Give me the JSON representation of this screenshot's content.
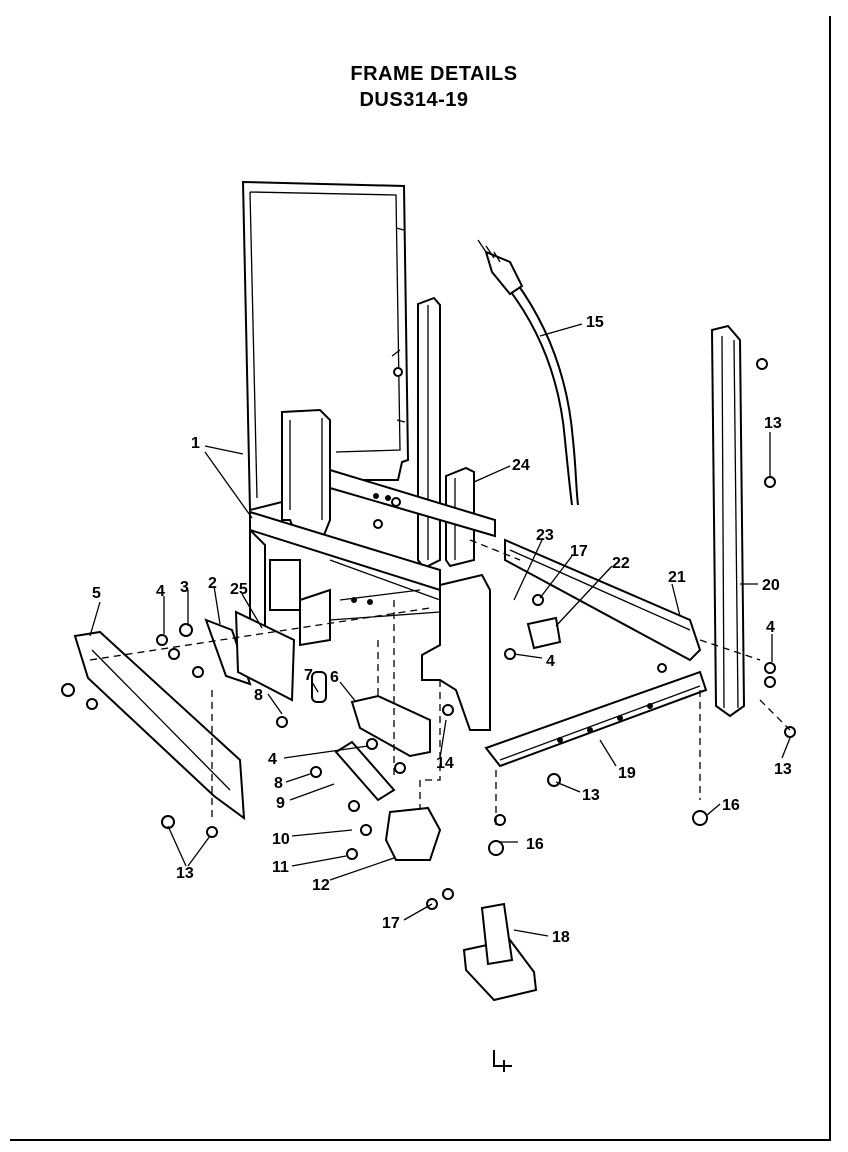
{
  "diagram": {
    "title": "FRAME DETAILS",
    "model": "DUS314-19",
    "callouts": {
      "c1": "1",
      "c2": "2",
      "c3": "3",
      "c4a": "4",
      "c4b": "4",
      "c4c": "4",
      "c4d": "4",
      "c5": "5",
      "c6": "6",
      "c7": "7",
      "c8a": "8",
      "c8b": "8",
      "c9": "9",
      "c10": "10",
      "c11": "11",
      "c12": "12",
      "c13a": "13",
      "c13b": "13",
      "c13c": "13",
      "c13d": "13",
      "c14": "14",
      "c15": "15",
      "c16a": "16",
      "c16b": "16",
      "c17a": "17",
      "c17b": "17",
      "c18": "18",
      "c19": "19",
      "c20": "20",
      "c21": "21",
      "c22": "22",
      "c23": "23",
      "c24": "24",
      "c25": "25"
    }
  },
  "colors": {
    "ink": "#000000",
    "paper": "#ffffff"
  }
}
